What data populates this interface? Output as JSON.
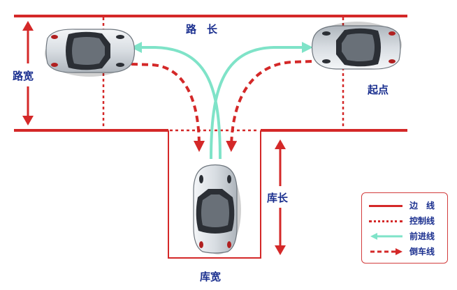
{
  "labels": {
    "road_length": "路　长",
    "road_width": "路宽",
    "start_point": "起点",
    "garage_length": "库长",
    "garage_width": "库宽"
  },
  "legend": [
    {
      "label": "边　线",
      "style": "solid",
      "color": "#d42828"
    },
    {
      "label": "控制线",
      "style": "dotted",
      "color": "#d42828"
    },
    {
      "label": "前进线",
      "style": "arrow",
      "color": "#7fe3c8"
    },
    {
      "label": "倒车线",
      "style": "dashed-arrow",
      "color": "#d42828"
    }
  ],
  "colors": {
    "boundary": "#d42828",
    "forward": "#7fe3c8",
    "reverse": "#d42828",
    "text": "#1a2f8f"
  }
}
